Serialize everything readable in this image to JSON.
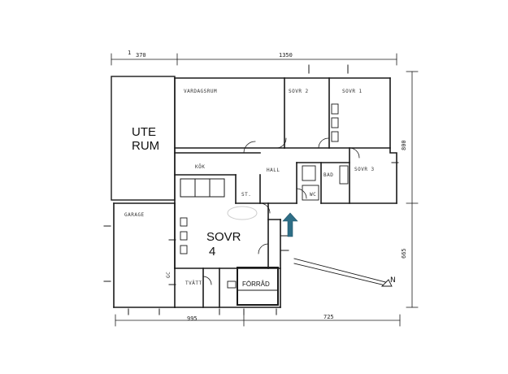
{
  "plan": {
    "dimensions": {
      "top_left": "370",
      "top_right": "1350",
      "right_top": "800",
      "right_bottom": "665",
      "bottom_left": "995",
      "bottom_right": "725",
      "mark_1": "1"
    },
    "rooms": {
      "ute_rum_line1": "UTE",
      "ute_rum_line2": "RUM",
      "vardagsrum": "VARDAGSRUM",
      "sovr2": "SOVR 2",
      "sovr1": "SOVR 1",
      "kok": "KÖK",
      "hall": "HALL",
      "bad": "BAD",
      "sovr3": "SOVR 3",
      "garage": "GARAGE",
      "sovr4_line1": "SOVR",
      "sovr4_line2": "4",
      "forrad": "FÖRRÅD",
      "tvatt": "TVÄTT",
      "st": "ST.",
      "wc": "WC",
      "gc": "GC"
    },
    "north_symbol": "N",
    "colors": {
      "entrance_arrow": "#2e6e86",
      "line": "#1a1a1a"
    }
  }
}
